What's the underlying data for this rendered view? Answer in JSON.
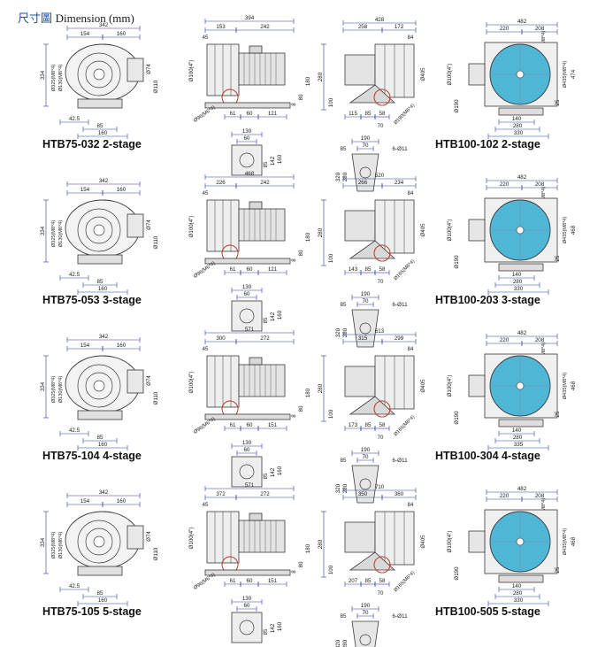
{
  "header": {
    "title_cn": "尺寸圖",
    "title_en": "Dimension (mm)"
  },
  "rows": [
    {
      "left_label": "HTB75-032 2-stage",
      "right_label": "HTB100-102 2-stage",
      "a_width": "342",
      "a_left": "154",
      "a_right": "160",
      "a_height": "334",
      "a_flange1": "Ø325(M8*4)",
      "a_flange2": "Ø130(M6*4)",
      "a_d1": "Ø74",
      "a_d2": "Ø110",
      "a_b1": "42.5",
      "a_b2": "85",
      "a_b3": "160",
      "b_total": "394",
      "b_seg1": "153",
      "b_seg2": "242",
      "b_off": "45",
      "b_bottom": [
        "61",
        "60",
        "121"
      ],
      "b_v1": "8",
      "b_v2": "80",
      "b_v3": "180",
      "b_inlet": "Ø100(4\")",
      "b_bolt": "Ø96(M6*4)",
      "c_top": "130",
      "c_top2": "60",
      "c_v1": "85",
      "c_v2": "142",
      "c_v3": "160",
      "d_total": "428",
      "d_seg1": "258",
      "d_seg2": "172",
      "d_off": "84",
      "d_h": "280",
      "d_h2": "100",
      "d_bottom": [
        "115",
        "85",
        "58"
      ],
      "d_b2": "70",
      "d_dia": "Ø405",
      "d_bolt": "Ø190(M6*4)",
      "e_top": "190",
      "e_top2": "70",
      "e_holes": "6-Ø11",
      "e_w": "85",
      "e_v1": "320",
      "e_v2": "280",
      "f_total": "482",
      "f_seg1": "220",
      "f_seg2": "208",
      "f_flange": "Ø218(M8*4)",
      "f_inlet": "Ø100(4\")",
      "f_d": "Ø190",
      "f_flange2": "Ø435(M8*4)",
      "f_h": "474",
      "f_v1": "25",
      "f_b1": "140",
      "f_b2": "280",
      "f_b3": "330"
    },
    {
      "left_label": "HTB75-053 3-stage",
      "right_label": "HTB100-203 3-stage",
      "a_width": "342",
      "a_left": "154",
      "a_right": "160",
      "a_height": "334",
      "a_flange1": "Ø325(M8*4)",
      "a_flange2": "Ø130(M6*4)",
      "a_d1": "Ø74",
      "a_d2": "Ø110",
      "a_b1": "42.5",
      "a_b2": "85",
      "a_b3": "160",
      "b_total": "468",
      "b_seg1": "226",
      "b_seg2": "242",
      "b_off": "45",
      "b_bottom": [
        "61",
        "60",
        "121"
      ],
      "b_v1": "8",
      "b_v2": "80",
      "b_v3": "180",
      "b_inlet": "Ø100(4\")",
      "b_bolt": "Ø96(M6*4)",
      "c_top": "130",
      "c_top2": "60",
      "c_v1": "85",
      "c_v2": "142",
      "c_v3": "160",
      "d_total": "520",
      "d_seg1": "266",
      "d_seg2": "234",
      "d_off": "84",
      "d_h": "280",
      "d_h2": "100",
      "d_bottom": [
        "143",
        "85",
        "58"
      ],
      "d_b2": "70",
      "d_dia": "Ø405",
      "d_bolt": "Ø165(M6*4)",
      "e_top": "190",
      "e_top2": "70",
      "e_holes": "6-Ø11",
      "e_w": "85",
      "e_v1": "320",
      "e_v2": "280",
      "f_total": "482",
      "f_seg1": "220",
      "f_seg2": "208",
      "f_flange": "Ø218(M8*4)",
      "f_inlet": "Ø100(4\")",
      "f_d": "Ø190",
      "f_flange2": "Ø435(M8*4)",
      "f_h": "468",
      "f_v1": "25",
      "f_b1": "140",
      "f_b2": "280",
      "f_b3": "330"
    },
    {
      "left_label": "HTB75-104 4-stage",
      "right_label": "HTB100-304 4-stage",
      "a_width": "342",
      "a_left": "154",
      "a_right": "160",
      "a_height": "334",
      "a_flange1": "Ø325(M8*4)",
      "a_flange2": "Ø130(M6*4)",
      "a_d1": "Ø74",
      "a_d2": "Ø110",
      "a_b1": "42.5",
      "a_b2": "85",
      "a_b3": "160",
      "b_total": "571",
      "b_seg1": "300",
      "b_seg2": "272",
      "b_off": "45",
      "b_bottom": [
        "61",
        "60",
        "151"
      ],
      "b_v1": "8",
      "b_v2": "80",
      "b_v3": "180",
      "b_inlet": "Ø100(4\")",
      "b_bolt": "Ø96(M6*4)",
      "c_top": "130",
      "c_top2": "60",
      "c_v1": "85",
      "c_v2": "142",
      "c_v3": "160",
      "d_total": "613",
      "d_seg1": "315",
      "d_seg2": "299",
      "d_off": "84",
      "d_h": "280",
      "d_h2": "100",
      "d_bottom": [
        "173",
        "85",
        "58"
      ],
      "d_b2": "70",
      "d_dia": "Ø405",
      "d_bolt": "Ø165(M6*4)",
      "e_top": "190",
      "e_top2": "70",
      "e_holes": "6-Ø11",
      "e_w": "85",
      "e_v1": "320",
      "e_v2": "280",
      "f_total": "482",
      "f_seg1": "220",
      "f_seg2": "208",
      "f_flange": "Ø218(M8*4)",
      "f_inlet": "Ø100(4\")",
      "f_d": "Ø190",
      "f_flange2": "Ø435(M8*4)",
      "f_h": "468",
      "f_v1": "25",
      "f_b1": "140",
      "f_b2": "280",
      "f_b3": "335"
    },
    {
      "left_label": "HTB75-105 5-stage",
      "right_label": "HTB100-505 5-stage",
      "a_width": "342",
      "a_left": "154",
      "a_right": "160",
      "a_height": "334",
      "a_flange1": "Ø325(M8*4)",
      "a_flange2": "Ø130(M6*4)",
      "a_d1": "Ø74",
      "a_d2": "Ø110",
      "a_b1": "42.5",
      "a_b2": "85",
      "a_b3": "160",
      "b_total": "571",
      "b_seg1": "372",
      "b_seg2": "272",
      "b_off": "45",
      "b_bottom": [
        "61",
        "60",
        "151"
      ],
      "b_v1": "8",
      "b_v2": "80",
      "b_v3": "180",
      "b_inlet": "Ø100(4\")",
      "b_bolt": "Ø96(M6*4)",
      "c_top": "130",
      "c_top2": "60",
      "c_v1": "85",
      "c_v2": "142",
      "c_v3": "160",
      "d_total": "710",
      "d_seg1": "350",
      "d_seg2": "360",
      "d_off": "84",
      "d_h": "280",
      "d_h2": "100",
      "d_bottom": [
        "207",
        "85",
        "58"
      ],
      "d_b2": "70",
      "d_dia": "Ø405",
      "d_bolt": "Ø165(M6*4)",
      "e_top": "190",
      "e_top2": "70",
      "e_holes": "6-Ø11",
      "e_w": "85",
      "e_v1": "320",
      "e_v2": "280",
      "f_total": "482",
      "f_seg1": "220",
      "f_seg2": "208",
      "f_flange": "Ø218(M8*4)",
      "f_inlet": "Ø100(4\")",
      "f_d": "Ø190",
      "f_flange2": "Ø435(M8*4)",
      "f_h": "468",
      "f_v1": "25",
      "f_b1": "140",
      "f_b2": "280",
      "f_b3": "330"
    }
  ],
  "colors": {
    "dim_blue": "#2a3c9c",
    "outline": "#3a3a3a",
    "impeller_cyan": "#4fb6d6",
    "highlight_red": "#c0392b",
    "label_text": "#111111"
  }
}
